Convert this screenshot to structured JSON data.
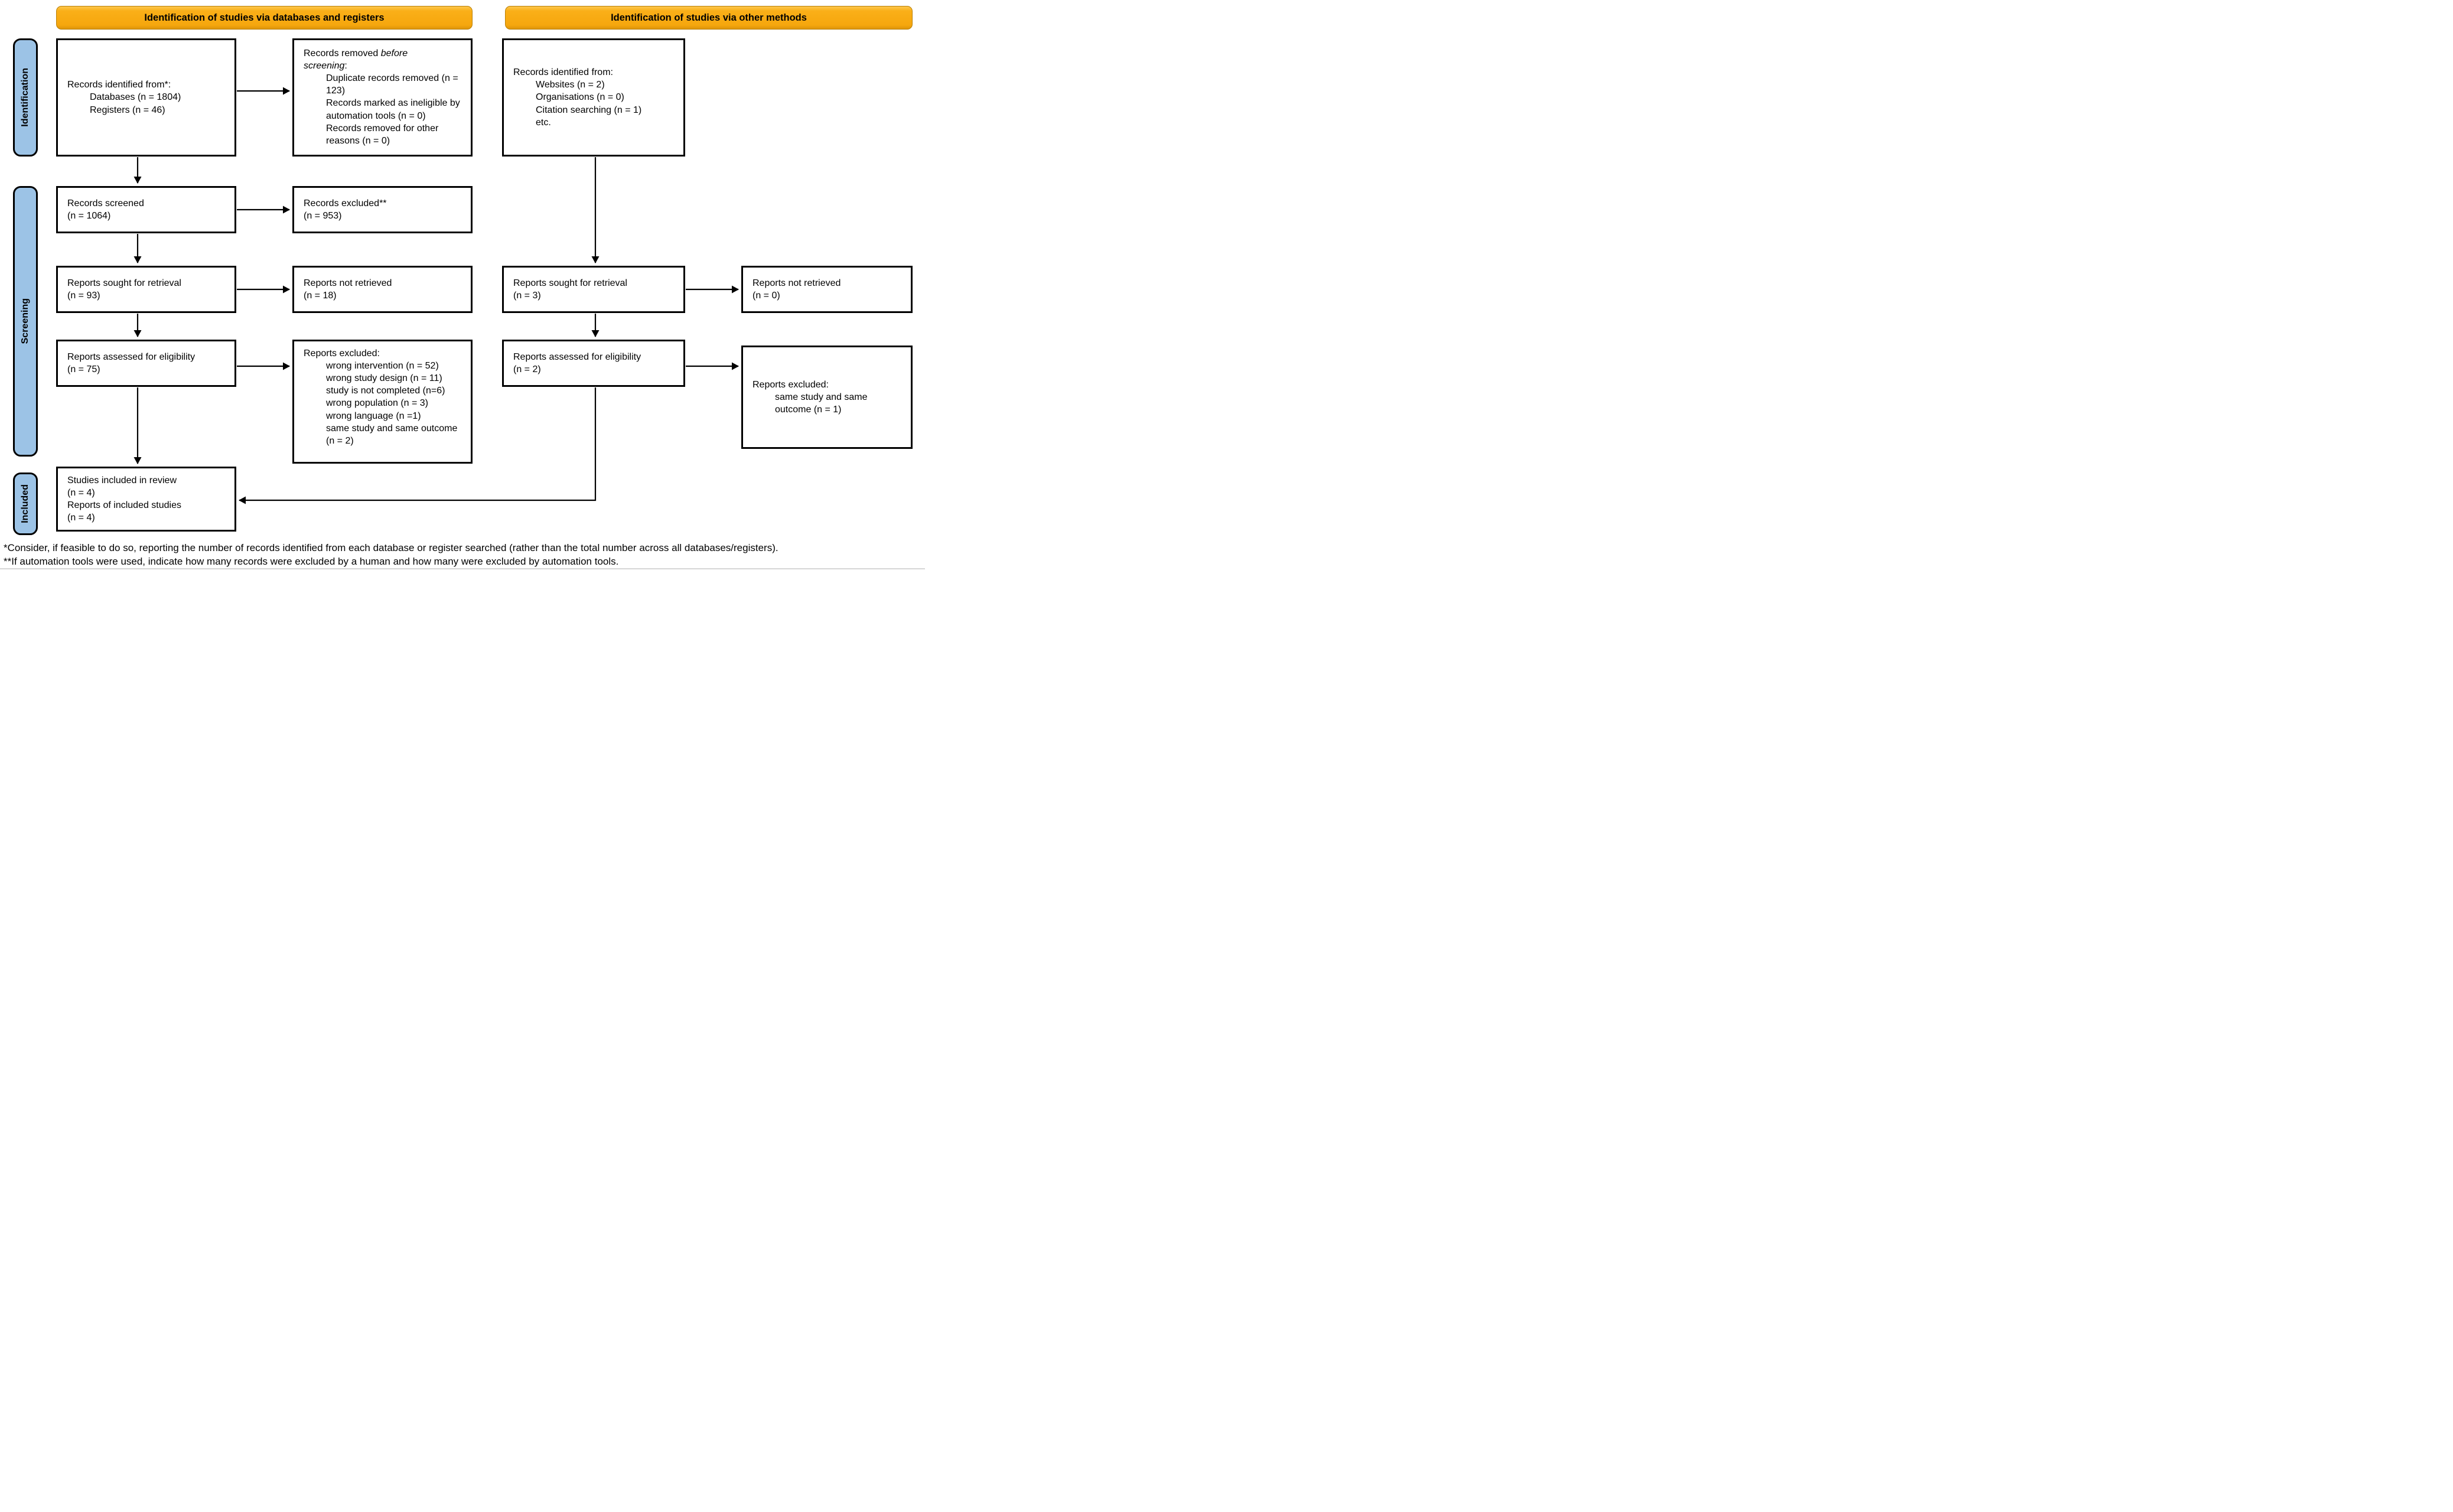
{
  "colors": {
    "header_bg": "#faaf18",
    "stage_bg": "#9cc3e6",
    "line_color": "#000000"
  },
  "headers": {
    "databases": "Identification of studies via databases and registers",
    "other": "Identification of studies via other methods"
  },
  "stages": {
    "identification": "Identification",
    "screening": "Screening",
    "included": "Included"
  },
  "boxes": {
    "db_identified": {
      "title": "Records identified from*:",
      "items": [
        "Databases (n = 1804)",
        "Registers (n = 46)"
      ]
    },
    "records_removed": {
      "title_prefix": "Records removed ",
      "title_italic": "before screening",
      "title_suffix": ":",
      "items": [
        "Duplicate records removed (n = 123)",
        "Records marked as ineligible by automation tools (n = 0)",
        "Records removed for other reasons (n = 0)"
      ]
    },
    "other_identified": {
      "title": "Records identified from:",
      "items": [
        "Websites (n = 2)",
        "Organisations (n = 0)",
        "Citation searching (n = 1)",
        "etc."
      ]
    },
    "records_screened": {
      "lines": [
        "Records screened",
        "(n = 1064)"
      ]
    },
    "records_excluded": {
      "lines": [
        "Records excluded**",
        "(n = 953)"
      ]
    },
    "reports_sought_db": {
      "lines": [
        "Reports sought for retrieval",
        "(n = 93)"
      ]
    },
    "reports_not_retrieved_db": {
      "lines": [
        "Reports not retrieved",
        "(n = 18)"
      ]
    },
    "reports_sought_other": {
      "lines": [
        "Reports sought for retrieval",
        "(n = 3)"
      ]
    },
    "reports_not_retrieved_other": {
      "lines": [
        "Reports not retrieved",
        "(n = 0)"
      ]
    },
    "reports_assessed_db": {
      "lines": [
        "Reports assessed for eligibility",
        "(n = 75)"
      ]
    },
    "reports_excluded_db": {
      "title": "Reports excluded:",
      "items": [
        "wrong intervention (n = 52)",
        "wrong study design (n = 11)",
        "study is not completed (n=6)",
        "wrong population (n = 3)",
        "wrong language (n =1)",
        "same study and same outcome (n = 2)"
      ]
    },
    "reports_assessed_other": {
      "lines": [
        "Reports assessed for eligibility",
        "(n = 2)"
      ]
    },
    "reports_excluded_other": {
      "title": "Reports excluded:",
      "items": [
        "same study and same outcome (n = 1)"
      ]
    },
    "included": {
      "lines": [
        "Studies included in review",
        "(n = 4)",
        "Reports of included studies",
        "(n = 4)"
      ]
    }
  },
  "footnotes": [
    "*Consider, if feasible to do so, reporting the number of records identified from each database or register searched (rather than the total number across all databases/registers).",
    "**If automation tools were used, indicate how many records were excluded by a human and how many were excluded by automation tools."
  ]
}
